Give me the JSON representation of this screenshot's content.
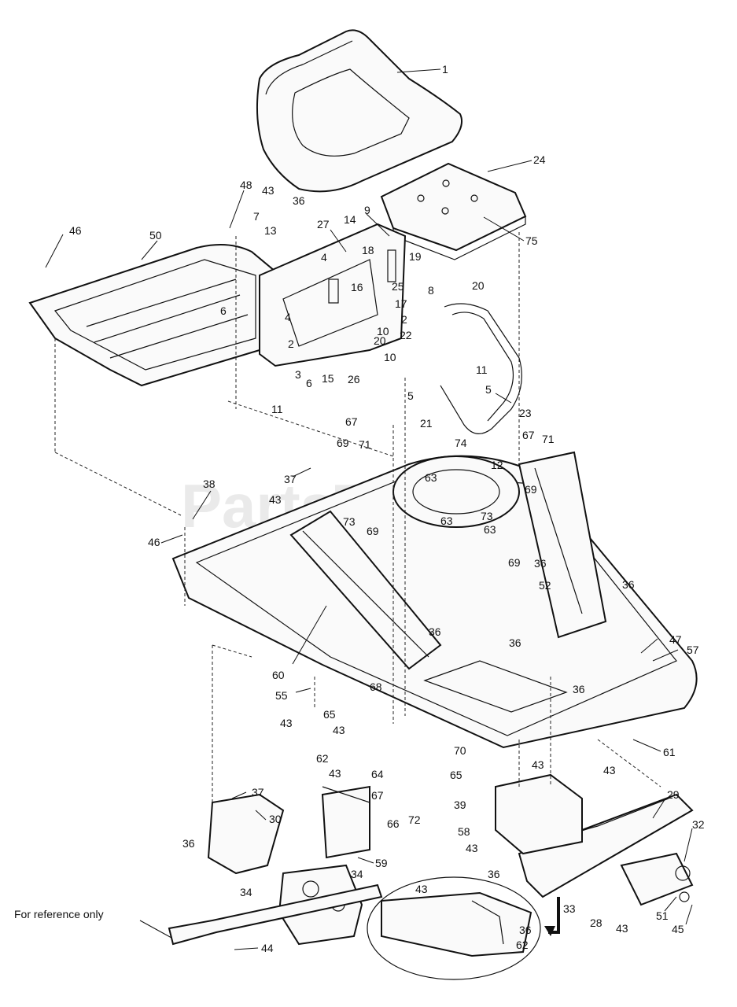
{
  "watermark": "PartsTree",
  "reference_note": "For reference only",
  "callouts": {
    "c1": "1",
    "c24": "24",
    "c75": "75",
    "c20a": "20",
    "c48": "48",
    "c46a": "46",
    "c50": "50",
    "c43a": "43",
    "c36a": "36",
    "c27": "27",
    "c14": "14",
    "c9": "9",
    "c7": "7",
    "c13": "13",
    "c18": "18",
    "c4a": "4",
    "c19": "19",
    "c25": "25",
    "c8": "8",
    "c16": "16",
    "c17": "17",
    "c6a": "6",
    "c4b": "4",
    "c2a": "2",
    "c2b": "2",
    "c22": "22",
    "c10a": "10",
    "c20b": "20",
    "c10b": "10",
    "c3": "3",
    "c6b": "6",
    "c15": "15",
    "c26": "26",
    "c5a": "5",
    "c11a": "11",
    "c11b": "11",
    "c5b": "5",
    "c21": "21",
    "c23": "23",
    "c67a": "67",
    "c69a": "69",
    "c71a": "71",
    "c74": "74",
    "c67b": "67",
    "c71b": "71",
    "c12": "12",
    "c37a": "37",
    "c38": "38",
    "c43b": "43",
    "c63a": "63",
    "c69b": "69",
    "c46b": "46",
    "c73a": "73",
    "c69c": "69",
    "c63b": "63",
    "c73b": "73",
    "c63c": "63",
    "c69d": "69",
    "c36b": "36",
    "c52": "52",
    "c36c": "36",
    "c36d": "36",
    "c36e": "36",
    "c47": "47",
    "c57": "57",
    "c60": "60",
    "c36f": "36",
    "c55": "55",
    "c43c": "43",
    "c65a": "65",
    "c68": "68",
    "c43d": "43",
    "c70": "70",
    "c61": "61",
    "c62a": "62",
    "c43e": "43",
    "c64": "64",
    "c65b": "65",
    "c43f": "43",
    "c43g": "43",
    "c29": "29",
    "c67c": "67",
    "c39": "39",
    "c37b": "37",
    "c30": "30",
    "c66": "66",
    "c72": "72",
    "c58": "58",
    "c32": "32",
    "c36g": "36",
    "c59": "59",
    "c43h": "43",
    "c34a": "34",
    "c34b": "34",
    "c36h": "36",
    "c43i": "43",
    "c33": "33",
    "c28": "28",
    "c36i": "36",
    "c43j": "43",
    "c51": "51",
    "c45": "45",
    "c62b": "62",
    "c44": "44"
  }
}
